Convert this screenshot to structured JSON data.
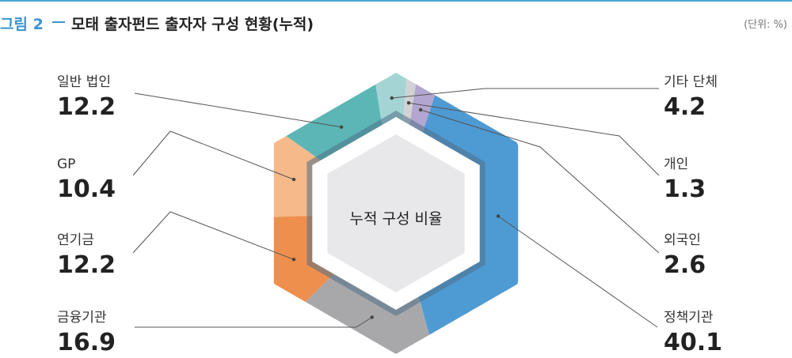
{
  "header": {
    "figure_number": "그림 2",
    "title": "모태 출자펀드 출자자 구성 현황(누적)",
    "unit": "(단위: %)"
  },
  "center_label": "누적 구성 비율",
  "chart_data": {
    "type": "pie",
    "shape": "hexagonal donut",
    "title": "모태 출자펀드 출자자 구성 현황(누적)",
    "unit": "%",
    "series": [
      {
        "name": "일반 법인",
        "value": 12.2,
        "color": "#5bb6b5"
      },
      {
        "name": "기타 단체",
        "value": 4.2,
        "color": "#a4d4d4"
      },
      {
        "name": "개인",
        "value": 1.3,
        "color": "#d2d2d4"
      },
      {
        "name": "외국인",
        "value": 2.6,
        "color": "#b3a6d0"
      },
      {
        "name": "정책기관",
        "value": 40.1,
        "color": "#4e9ad3"
      },
      {
        "name": "금융기관",
        "value": 16.9,
        "color": "#a8a8ab"
      },
      {
        "name": "연기금",
        "value": 12.2,
        "color": "#ef8f4d"
      },
      {
        "name": "GP",
        "value": 10.4,
        "color": "#f6b98a"
      }
    ]
  }
}
